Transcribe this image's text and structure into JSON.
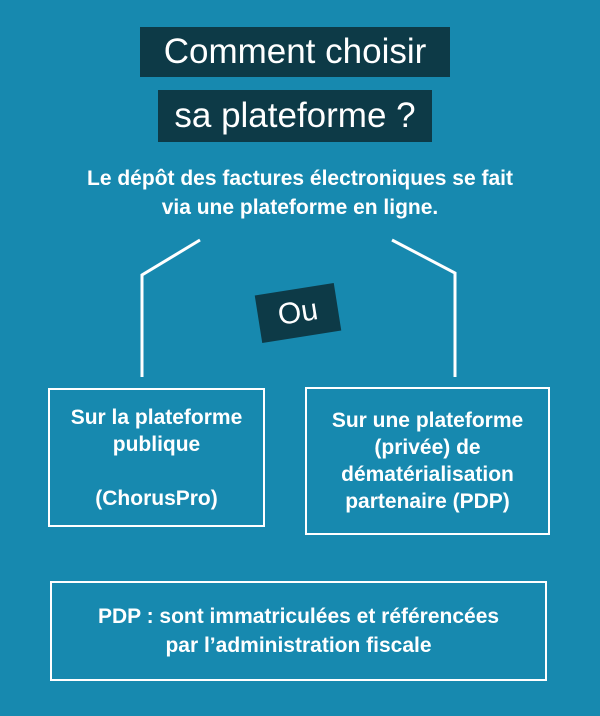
{
  "header": {
    "title_line1": "Comment choisir",
    "title_line2": "sa plateforme ?",
    "subtitle": "Le dépôt des factures électroniques se fait\nvia une plateforme en ligne."
  },
  "diagram": {
    "or_label": "Ou",
    "options": [
      {
        "text": "Sur la plateforme\npublique\n\n(ChorusPro)"
      },
      {
        "text": "Sur une plateforme\n(privée) de\ndématérialisation\npartenaire (PDP)"
      }
    ]
  },
  "footnote": {
    "text": "PDP : sont immatriculées et référencées\npar l’administration fiscale"
  },
  "colors": {
    "background": "#1789AF",
    "dark_box": "#0D3A47",
    "text": "#FFFFFF",
    "line": "#FFFFFF"
  }
}
